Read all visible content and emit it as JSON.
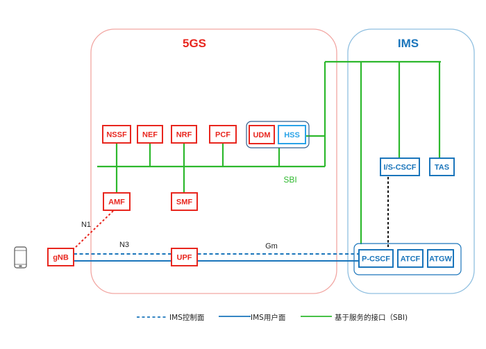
{
  "colors": {
    "fivegs_red": "#e8261e",
    "fivegs_border": "#f2a6a2",
    "ims_blue": "#1a75bb",
    "ims_border": "#8fbfe0",
    "hss_blue": "#29a3e8",
    "sbi_green": "#2db82d",
    "udm_group_border": "#2f5f8f"
  },
  "domains": {
    "fivegs": {
      "title": "5GS"
    },
    "ims": {
      "title": "IMS"
    }
  },
  "nodes": {
    "nssf": "NSSF",
    "nef": "NEF",
    "nrf": "NRF",
    "pcf": "PCF",
    "udm": "UDM",
    "hss": "HSS",
    "amf": "AMF",
    "smf": "SMF",
    "upf": "UPF",
    "gnb": "gNB",
    "iscscf": "I/S-CSCF",
    "tas": "TAS",
    "pcscf": "P-CSCF",
    "atcf": "ATCF",
    "atgw": "ATGW"
  },
  "interfaces": {
    "sbi": "SBI",
    "n1": "N1",
    "n3": "N3",
    "gm": "Gm"
  },
  "devices": {
    "ue": "ue-phone-icon"
  },
  "legend": [
    {
      "style": "dashed-blue",
      "label": "IMS控制面"
    },
    {
      "style": "solid-blue",
      "label": "IMS用户面"
    },
    {
      "style": "solid-green",
      "label": "基于服务的接口（SBI)"
    }
  ]
}
